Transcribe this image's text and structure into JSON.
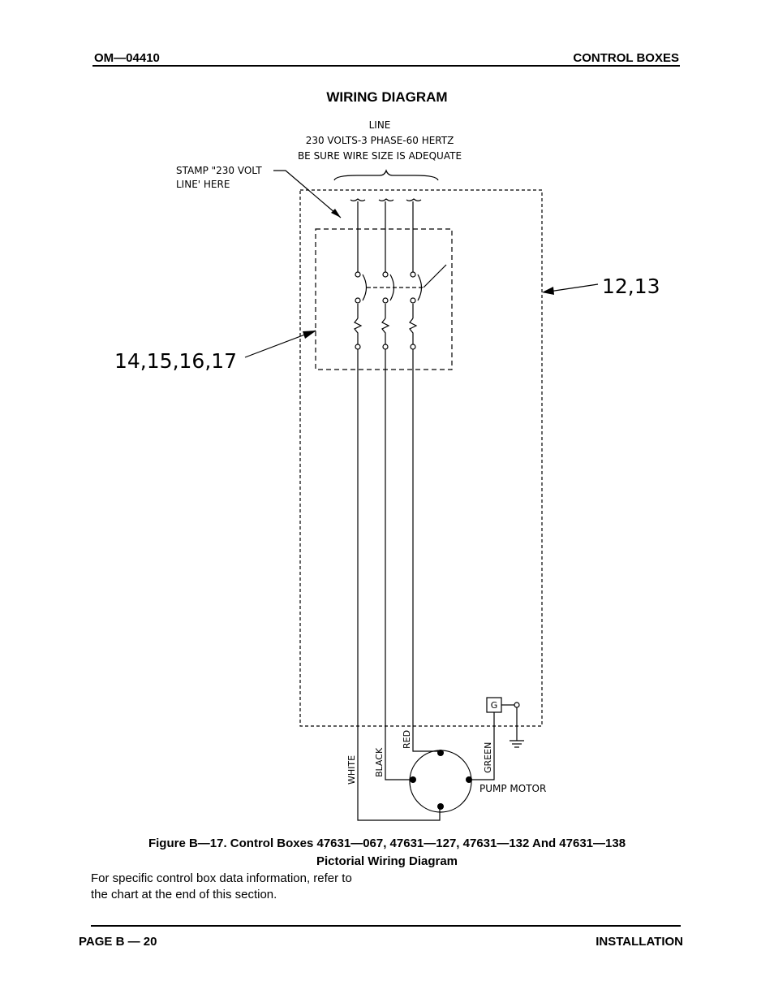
{
  "header": {
    "doc_id": "OM—04410",
    "section": "CONTROL BOXES"
  },
  "diagram": {
    "title": "WIRING DIAGRAM",
    "line_note": [
      "LINE",
      "230 VOLTS-3 PHASE-60 HERTZ",
      "BE SURE WIRE SIZE IS ADEQUATE"
    ],
    "stamp_note": [
      "STAMP \"230 VOLT",
      "LINE' HERE"
    ],
    "callout_enclosure": "12,13",
    "callout_breaker": "14,15,16,17",
    "ground_label": "G",
    "wire_labels": {
      "white": "WHITE",
      "black": "BLACK",
      "red": "RED",
      "green": "GREEN"
    },
    "motor_label": "PUMP MOTOR"
  },
  "figure": {
    "caption_line1": "Figure B—17.  Control Boxes 47631—067, 47631—127, 47631—132 And 47631—138",
    "caption_line2": "Pictorial Wiring Diagram"
  },
  "note": {
    "line1": "For specific control box data information, refer to",
    "line2": "the chart at the end of this section."
  },
  "footer": {
    "page": "PAGE B — 20",
    "section": "INSTALLATION"
  }
}
